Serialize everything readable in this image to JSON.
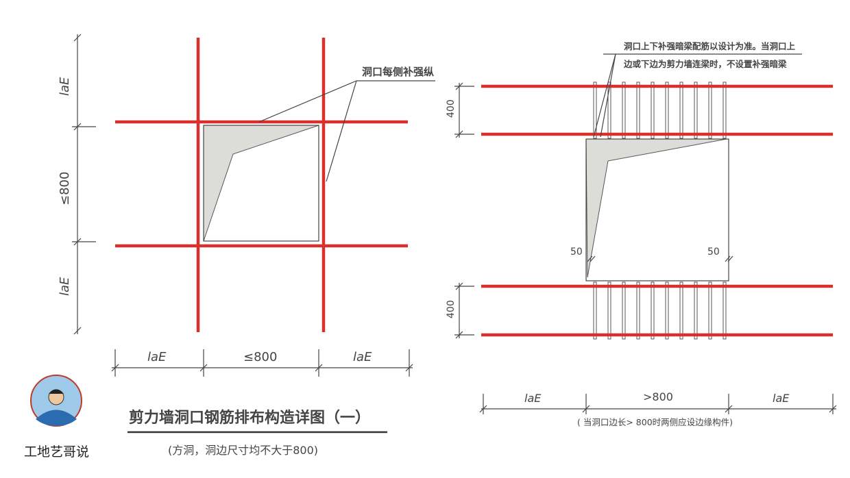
{
  "left_diagram": {
    "title": "剪力墙洞口钢筋排布构造详图（一）",
    "subtitle": "(方洞，洞边尺寸均不大于800)",
    "callout": "洞口每侧补强纵",
    "dim_vertical": [
      "laE",
      "≤800",
      "laE"
    ],
    "dim_horizontal": [
      "laE",
      "≤800",
      "laE"
    ]
  },
  "right_diagram": {
    "callout_line1": "洞口上下补强暗梁配筋以设计为准。当洞口上",
    "callout_line2": "边或下边为剪力墙连梁时，不设置补强暗梁",
    "dim_vertical": [
      "400",
      "400"
    ],
    "offset_labels": [
      "50",
      "50"
    ],
    "dim_horizontal": [
      "laE",
      ">800",
      "laE"
    ],
    "note": "( 当洞口边长> 800时两侧应设边缘构件)"
  },
  "brand": {
    "name": "工地艺哥说"
  },
  "colors": {
    "rebar": "#d9302c",
    "fill": "#dcdcd8"
  }
}
